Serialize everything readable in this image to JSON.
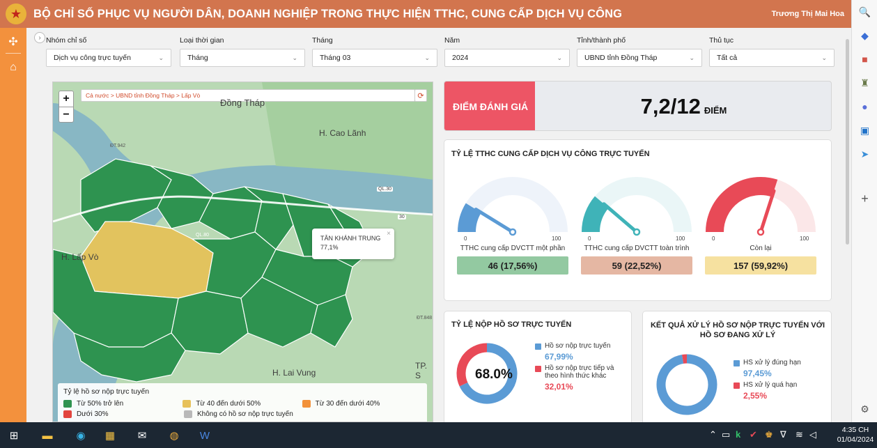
{
  "header": {
    "title": "BỘ CHỈ SỐ PHỤC VỤ NGƯỜI DÂN, DOANH NGHIỆP TRONG THỰC HIỆN TTHC, CUNG CẤP DỊCH VỤ CÔNG",
    "user": "Trương Thị Mai Hoa"
  },
  "filters": [
    {
      "label": "Nhóm chỉ số",
      "value": "Dịch vụ công trực tuyến"
    },
    {
      "label": "Loại thời gian",
      "value": "Tháng"
    },
    {
      "label": "Tháng",
      "value": "Tháng 03"
    },
    {
      "label": "Năm",
      "value": "2024"
    },
    {
      "label": "Tỉnh/thành phố",
      "value": "UBND tỉnh Đồng Tháp"
    },
    {
      "label": "Thủ tục",
      "value": "Tất cả"
    }
  ],
  "map": {
    "breadcrumb": "Cả nước > UBND tỉnh Đồng Tháp > Lấp Vò",
    "place_labels": {
      "dong_thap": "Đồng Tháp",
      "cao_lanh": "H. Cao Lãnh",
      "lap_vo": "H. Lấp Vò",
      "lai_vung": "H. Lai Vung",
      "tp_sa_dec": "TP. S"
    },
    "road_labels": {
      "ql30a": "QL.30",
      "ql30b": "30",
      "ql80": "QL.80",
      "dt942": "ĐT.942",
      "dt848": "ĐT.848"
    },
    "tooltip": {
      "name": "TÂN KHÁNH TRUNG",
      "value": "77,1%"
    },
    "legend": {
      "title": "Tỷ lệ hồ sơ nộp trực tuyến",
      "items": [
        {
          "label": "Từ 50% trở lên",
          "color": "#2e9350"
        },
        {
          "label": "Từ 40 đến dưới 50%",
          "color": "#e7c15a"
        },
        {
          "label": "Từ 30 đến dưới 40%",
          "color": "#f2913a"
        },
        {
          "label": "Dưới 30%",
          "color": "#e2453f"
        },
        {
          "label": "Không có hồ sơ nộp trực tuyến",
          "color": "#b9b9b9"
        }
      ]
    }
  },
  "score": {
    "label": "ĐIỂM ĐÁNH GIÁ",
    "value": "7,2/12",
    "unit": "ĐIỂM"
  },
  "online_services": {
    "title": "TỶ LỆ TTHC CUNG CẤP DỊCH VỤ CÔNG TRỰC TUYẾN",
    "gauge_min": "0",
    "gauge_max": "100",
    "gauges": [
      {
        "label": "TTHC cung cấp DVCTT một phần",
        "value": "46 (17,56%)",
        "percent": 17.56,
        "color": "#5b9bd5",
        "track": "#eef3fa",
        "box": "#93c9a1"
      },
      {
        "label": "TTHC cung cấp DVCTT toàn trình",
        "value": "59 (22,52%)",
        "percent": 22.52,
        "color": "#3fb3b8",
        "track": "#eaf6f7",
        "box": "#e5b7a3"
      },
      {
        "label": "Còn lại",
        "value": "157 (59,92%)",
        "percent": 59.92,
        "color": "#e84a57",
        "track": "#fbe7e8",
        "box": "#f6e1a0"
      }
    ]
  },
  "online_submission": {
    "title": "TỶ LỆ NỘP HỒ SƠ TRỰC TUYẾN",
    "center": "68.0%",
    "items": [
      {
        "label": "Hồ sơ nộp trực tuyến",
        "pct": "67,99%",
        "value": 67.99,
        "color": "#5b9bd5"
      },
      {
        "label": "Hồ sơ nộp trực tiếp và theo hình thức khác",
        "pct": "32,01%",
        "value": 32.01,
        "color": "#e84a57"
      }
    ]
  },
  "processing": {
    "title": "KẾT QUẢ XỬ LÝ HỒ SƠ NỘP TRỰC TUYẾN VỚI HỒ SƠ ĐANG XỬ LÝ",
    "items": [
      {
        "label": "HS xử lý đúng hạn",
        "pct": "97,45%",
        "value": 97.45,
        "color": "#5b9bd5"
      },
      {
        "label": "HS xử lý quá hạn",
        "pct": "2,55%",
        "value": 2.55,
        "color": "#e84a57"
      }
    ]
  },
  "taskbar": {
    "time": "4:35 CH",
    "date": "01/04/2024"
  }
}
